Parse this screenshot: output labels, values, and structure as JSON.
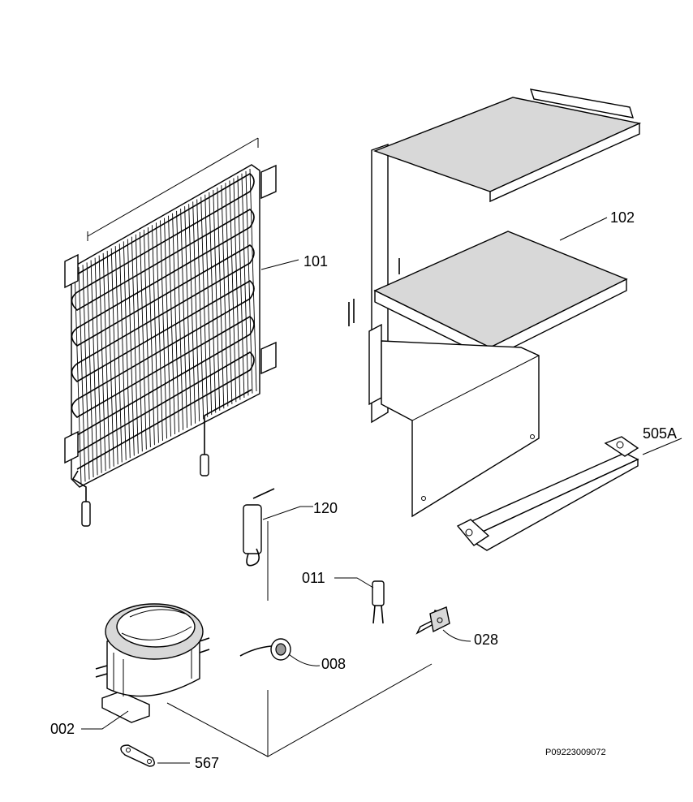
{
  "labels": {
    "p101": "101",
    "p102": "102",
    "p505a": "505A",
    "p120": "120",
    "p011": "011",
    "p028": "028",
    "p008": "008",
    "p002": "002",
    "p567": "567"
  },
  "reference": "P09223009072"
}
